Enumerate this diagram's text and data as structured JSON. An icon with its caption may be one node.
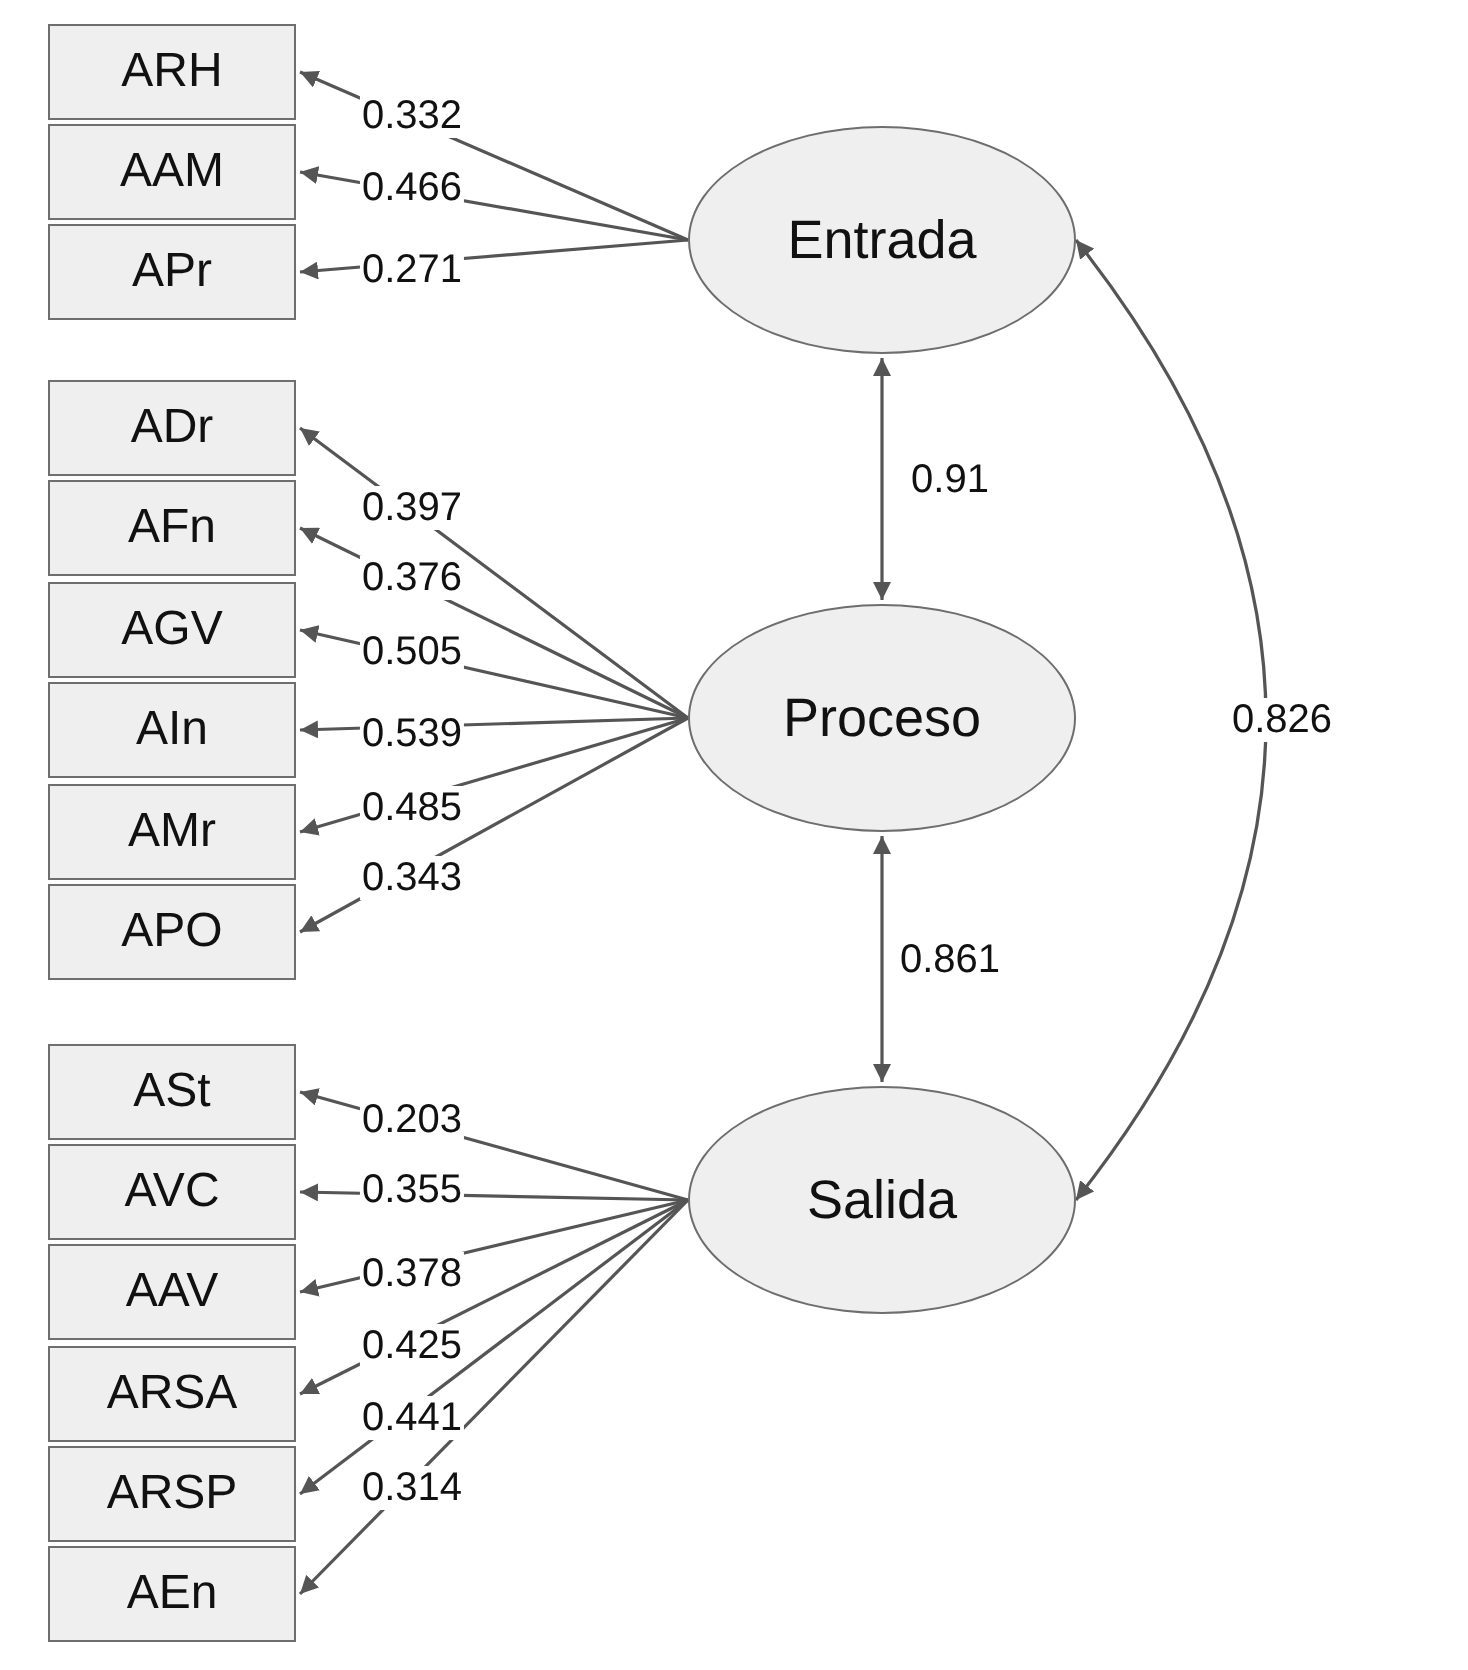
{
  "diagram": {
    "nodes": [
      {
        "text": [
          "Entrada"
        ]
      },
      {
        "text": [
          "Proceso"
        ]
      },
      {
        "text": [
          "Salida"
        ]
      },
      {
        "text": [
          "ARH"
        ]
      },
      {
        "text": [
          "AAM"
        ]
      },
      {
        "text": [
          "APr"
        ]
      },
      {
        "text": [
          "ADr"
        ]
      },
      {
        "text": [
          "AFn"
        ]
      },
      {
        "text": [
          "AGV"
        ]
      },
      {
        "text": [
          "AIn"
        ]
      },
      {
        "text": [
          "AMr"
        ]
      },
      {
        "text": [
          "APO"
        ]
      },
      {
        "text": [
          "ASt"
        ]
      },
      {
        "text": [
          "AVC"
        ]
      },
      {
        "text": [
          "AAV"
        ]
      },
      {
        "text": [
          "ARSA"
        ]
      },
      {
        "text": [
          "ARSP"
        ]
      },
      {
        "text": [
          "AEn"
        ]
      }
    ],
    "edges": [
      {
        "from": 0,
        "to": 3,
        "arrow": "to",
        "label": "0.332"
      },
      {
        "from": 0,
        "to": 4,
        "arrow": "to",
        "label": "0.466"
      },
      {
        "from": 0,
        "to": 5,
        "arrow": "to",
        "label": "0.271"
      },
      {
        "from": 1,
        "to": 6,
        "arrow": "to",
        "label": "0.397"
      },
      {
        "from": 1,
        "to": 7,
        "arrow": "to",
        "label": "0.376"
      },
      {
        "from": 1,
        "to": 8,
        "arrow": "to",
        "label": "0.505"
      },
      {
        "from": 1,
        "to": 9,
        "arrow": "to",
        "label": "0.539"
      },
      {
        "from": 1,
        "to": 10,
        "arrow": "to",
        "label": "0.485"
      },
      {
        "from": 1,
        "to": 11,
        "arrow": "to",
        "label": "0.343"
      },
      {
        "from": 2,
        "to": 12,
        "arrow": "to",
        "label": "0.203"
      },
      {
        "from": 2,
        "to": 13,
        "arrow": "to",
        "label": "0.355"
      },
      {
        "from": 2,
        "to": 14,
        "arrow": "to",
        "label": "0.378"
      },
      {
        "from": 2,
        "to": 15,
        "arrow": "to",
        "label": "0.425"
      },
      {
        "from": 2,
        "to": 16,
        "arrow": "to",
        "label": "0.441"
      },
      {
        "from": 2,
        "to": 17,
        "arrow": "to",
        "label": "0.314"
      },
      {
        "from": 0,
        "to": 1,
        "arrow": "both",
        "label": "0.91"
      },
      {
        "from": 1,
        "to": 2,
        "arrow": "both",
        "label": "0.861"
      },
      {
        "from": 0,
        "to": 2,
        "arrow": "both",
        "label": "0.826"
      }
    ]
  }
}
